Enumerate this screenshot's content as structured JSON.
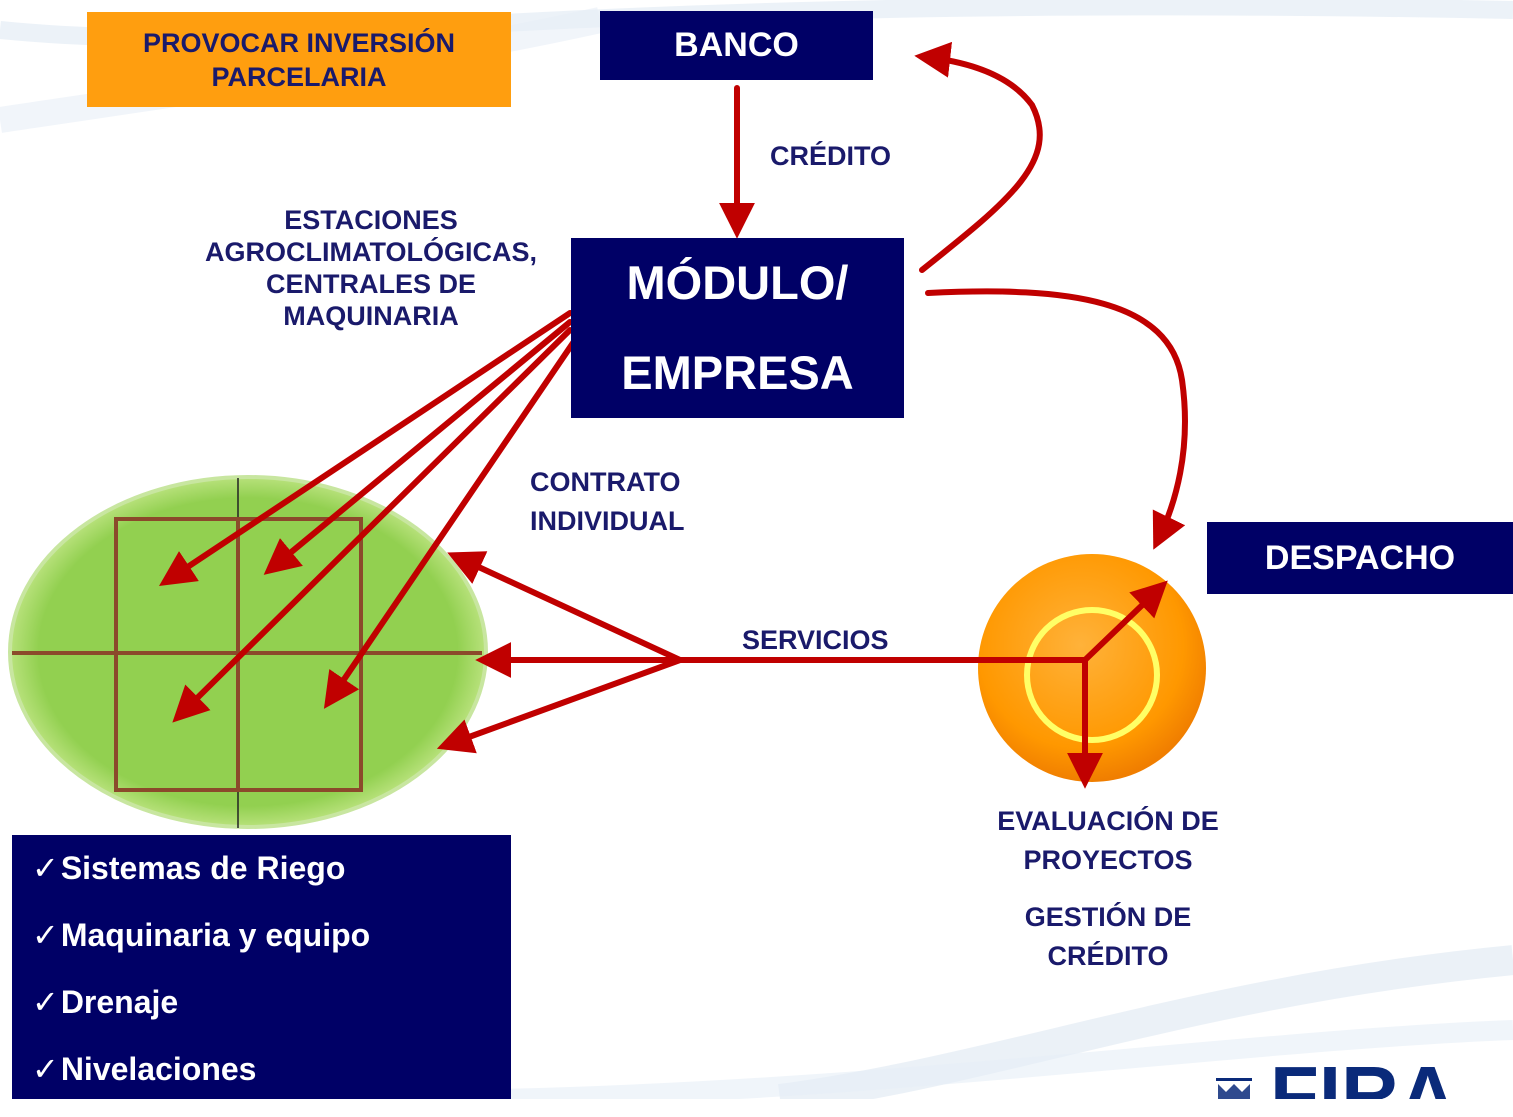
{
  "banner": {
    "lines": [
      "PROVOCAR INVERSIÓN",
      "PARCELARIA"
    ]
  },
  "banco": "BANCO",
  "credito_label": "CRÉDITO",
  "estaciones": {
    "lines": [
      "ESTACIONES",
      "AGROCLIMATOLÓGICAS,",
      "CENTRALES DE",
      "MAQUINARIA"
    ]
  },
  "modulo": {
    "lines": [
      "MÓDULO/",
      "EMPRESA"
    ]
  },
  "contrato": {
    "lines": [
      "CONTRATO",
      "INDIVIDUAL"
    ]
  },
  "servicios_label": "SERVICIOS",
  "despacho": "DESPACHO",
  "evaluacion": {
    "lines": [
      "EVALUACIÓN DE",
      "PROYECTOS"
    ]
  },
  "gestion": {
    "lines": [
      "GESTIÓN DE",
      "CRÉDITO"
    ]
  },
  "features": {
    "check_mark": "✓",
    "items": [
      "Sistemas de Riego",
      "Maquinaria y equipo",
      "Drenaje",
      "Nivelaciones"
    ]
  },
  "logo_text": "FIRA",
  "colors": {
    "navy": "#000066",
    "orange_banner": "#ff9e0f",
    "arrow_red": "#c00000",
    "field_green": "#92d050",
    "grid_brown": "#8b4a2b",
    "text_navy": "#1a1a6b"
  }
}
